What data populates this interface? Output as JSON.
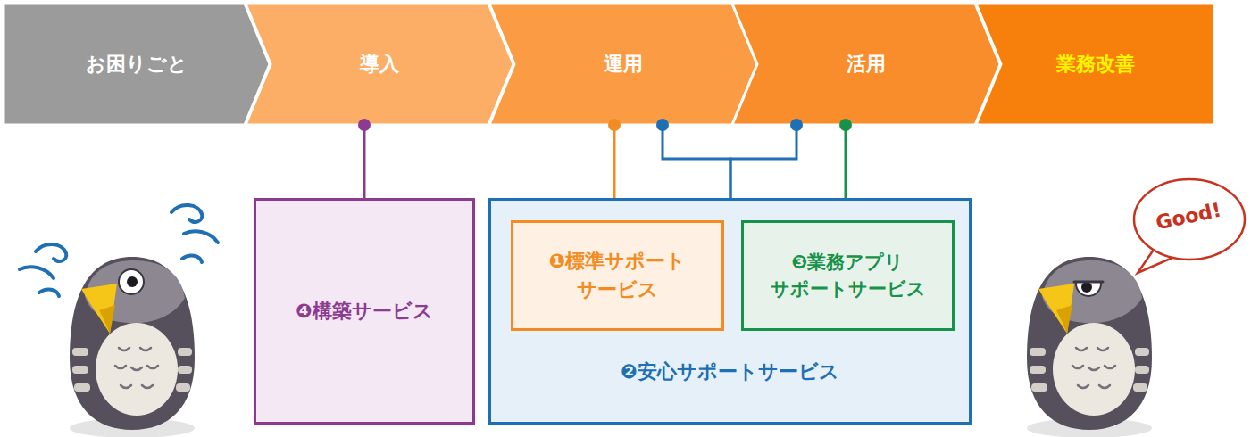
{
  "diagram": {
    "nodes": [
      {
        "text": [
          "お困りごと"
        ]
      },
      {
        "text": [
          "導入"
        ]
      },
      {
        "text": [
          "運用"
        ]
      },
      {
        "text": [
          "活用"
        ]
      },
      {
        "text": [
          "業務改善"
        ]
      },
      {
        "text": [
          "❹構築サービス"
        ]
      },
      {
        "text": [
          "❷安心サポートサービス"
        ]
      },
      {
        "text": [
          "❶標準サポート サービス"
        ],
        "in": 6
      },
      {
        "text": [
          "❸業務アプリ サポートサービス"
        ],
        "in": 6
      },
      {
        "text": [
          "Good!"
        ]
      }
    ],
    "edges": [
      {
        "from": 1,
        "to": 5,
        "arrow": "none"
      },
      {
        "from": 2,
        "to": 7,
        "arrow": "none"
      },
      {
        "from": 2,
        "to": 6,
        "arrow": "none"
      },
      {
        "from": 3,
        "to": 6,
        "arrow": "none"
      },
      {
        "from": 3,
        "to": 8,
        "arrow": "none"
      }
    ]
  }
}
